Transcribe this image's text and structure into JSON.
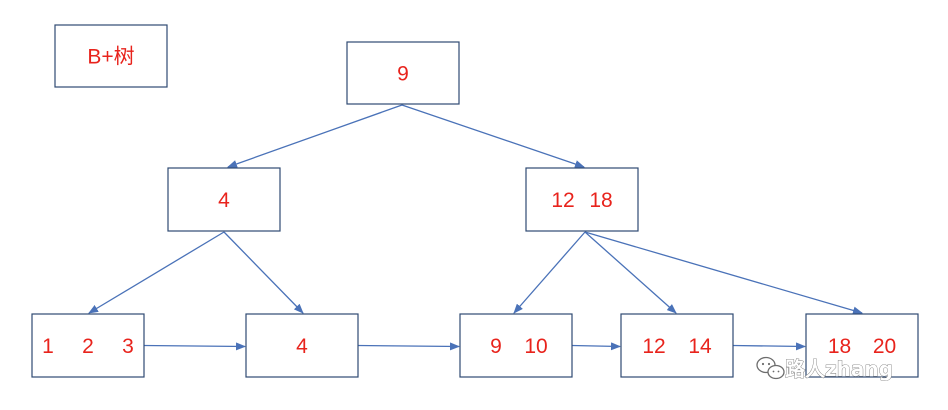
{
  "title": "B+树",
  "colors": {
    "text": "#e8231c",
    "box_border": "#2f4a73",
    "arrow": "#4a72b8"
  },
  "nodes": {
    "root": [
      "9"
    ],
    "internal_left": [
      "4"
    ],
    "internal_right": [
      "12",
      "18"
    ],
    "leaf_1": [
      "1",
      "2",
      "3"
    ],
    "leaf_2": [
      "4"
    ],
    "leaf_3": [
      "9",
      "10"
    ],
    "leaf_4": [
      "12",
      "14"
    ],
    "leaf_5": [
      "18",
      "20"
    ]
  },
  "edges": [
    [
      "root",
      "internal_left"
    ],
    [
      "root",
      "internal_right"
    ],
    [
      "internal_left",
      "leaf_1"
    ],
    [
      "internal_left",
      "leaf_2"
    ],
    [
      "internal_right",
      "leaf_3"
    ],
    [
      "internal_right",
      "leaf_4"
    ],
    [
      "internal_right",
      "leaf_5"
    ]
  ],
  "leaf_links": [
    [
      "leaf_1",
      "leaf_2"
    ],
    [
      "leaf_2",
      "leaf_3"
    ],
    [
      "leaf_3",
      "leaf_4"
    ],
    [
      "leaf_4",
      "leaf_5"
    ]
  ],
  "watermark": {
    "text": "路人zhang",
    "icon": "wechat-icon"
  }
}
